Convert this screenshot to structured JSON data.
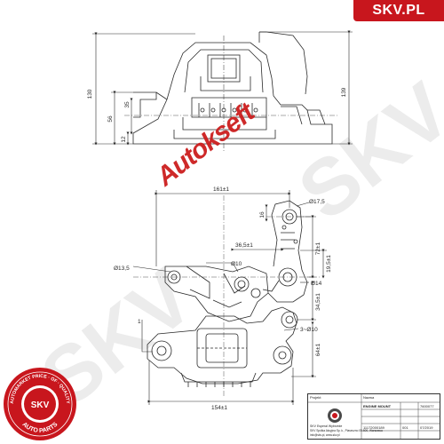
{
  "header": {
    "brand": "SKV.PL"
  },
  "watermarks": {
    "center_brand": "Autokseft",
    "faint_text": "SKV"
  },
  "top_view": {
    "dim_height_total": "130",
    "dim_height_overall": "139",
    "dim_left_56": "56",
    "dim_left_35": "35",
    "dim_left_12": "12"
  },
  "bottom_view": {
    "dim_161": "161±1",
    "dim_16": "16",
    "dim_d17_5": "Ø17,5",
    "dim_36_5": "36,5±1",
    "dim_72": "72±1",
    "dim_d10": "Ø10",
    "dim_19_5": "19,5±1",
    "dim_d13_5": "Ø13,5",
    "dim_d14": "Ø14",
    "dim_34_5": "34,5±1",
    "dim_1": "1",
    "dim_3_d10": "3~Ø10",
    "dim_64": "64±1",
    "dim_154": "154±1"
  },
  "seal": {
    "top_text": "AUTOMARKET PRICE · OF · QUALITY",
    "center": "SKV",
    "bottom_text": "AUTO PARTS"
  },
  "title_block": {
    "company": "SKV Esperal Wybrzeże",
    "part_name": "ENGINE MOUNT",
    "part_number": "7600077",
    "row_id": "11172000189",
    "sheet": "001",
    "date": "07/2019",
    "address_line": "SKV Spółka Akcyjna Sp. k., Piaseczno 05-500, Warszawa",
    "email_line": "info@skv.pl, www.skv.pl",
    "label_project": "Projekt",
    "label_name": "Nazwa"
  },
  "colors": {
    "line": "#2a2a2a",
    "brand_red": "#c8161d"
  }
}
